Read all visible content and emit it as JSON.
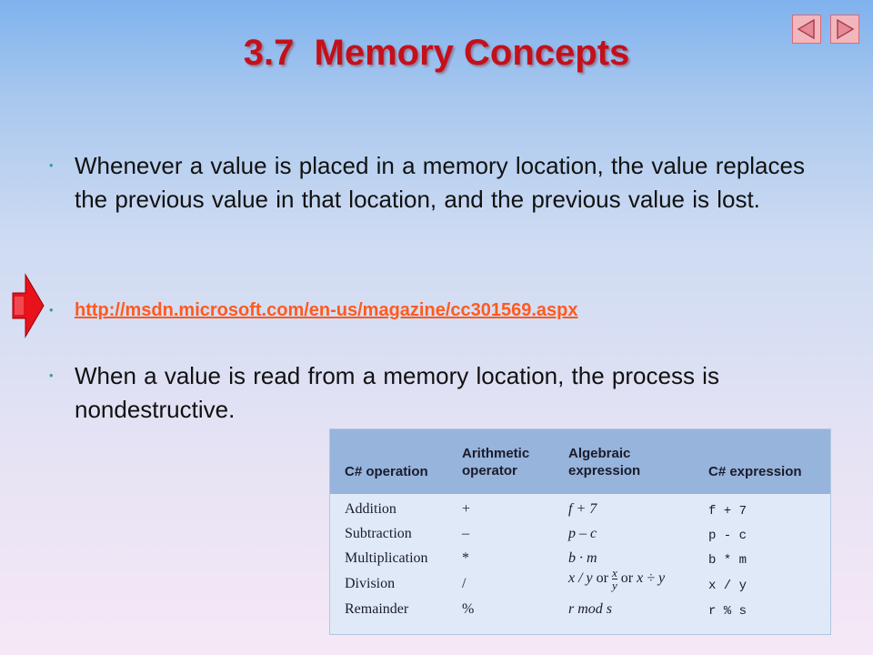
{
  "slide": {
    "title": "3.7  Memory Concepts",
    "bullets": [
      "Whenever a value is placed in a memory location, the value replaces the previous value in that location, and the previous value is lost.",
      "http://msdn.microsoft.com/en-us/magazine/cc301569.aspx",
      "When a value is read from a memory location, the process is nondestructive."
    ],
    "bullet_glyph": "•"
  },
  "nav": {
    "prev_icon": "triangle-left-icon",
    "next_icon": "triangle-right-icon"
  },
  "pointer_icon": "red-arrow-icon",
  "colors": {
    "title": "#c4101a",
    "link": "#ff5a1f",
    "table_header": "#96b4dc",
    "table_body": "#dfe9f7"
  },
  "table": {
    "headers": {
      "operation": "C# operation",
      "arith_1": "Arithmetic",
      "arith_2": "operator",
      "alg_1": "Algebraic",
      "alg_2": "expression",
      "csexpr": "C# expression"
    },
    "rows": [
      {
        "op": "Addition",
        "sym": "+",
        "alg": "f + 7",
        "expr": "f + 7"
      },
      {
        "op": "Subtraction",
        "sym": "–",
        "alg": "p – c",
        "expr": "p - c"
      },
      {
        "op": "Multiplication",
        "sym": "*",
        "alg": "b · m",
        "expr": "b * m"
      },
      {
        "op": "Division",
        "sym": "/",
        "alg_a": "x / y",
        "alg_or1": "or",
        "frac_num": "x",
        "frac_den": "y",
        "alg_or2": "or",
        "alg_b": "x ÷ y",
        "expr": "x / y"
      },
      {
        "op": "Remainder",
        "sym": "%",
        "alg": "r mod s",
        "expr": "r % s"
      }
    ]
  }
}
